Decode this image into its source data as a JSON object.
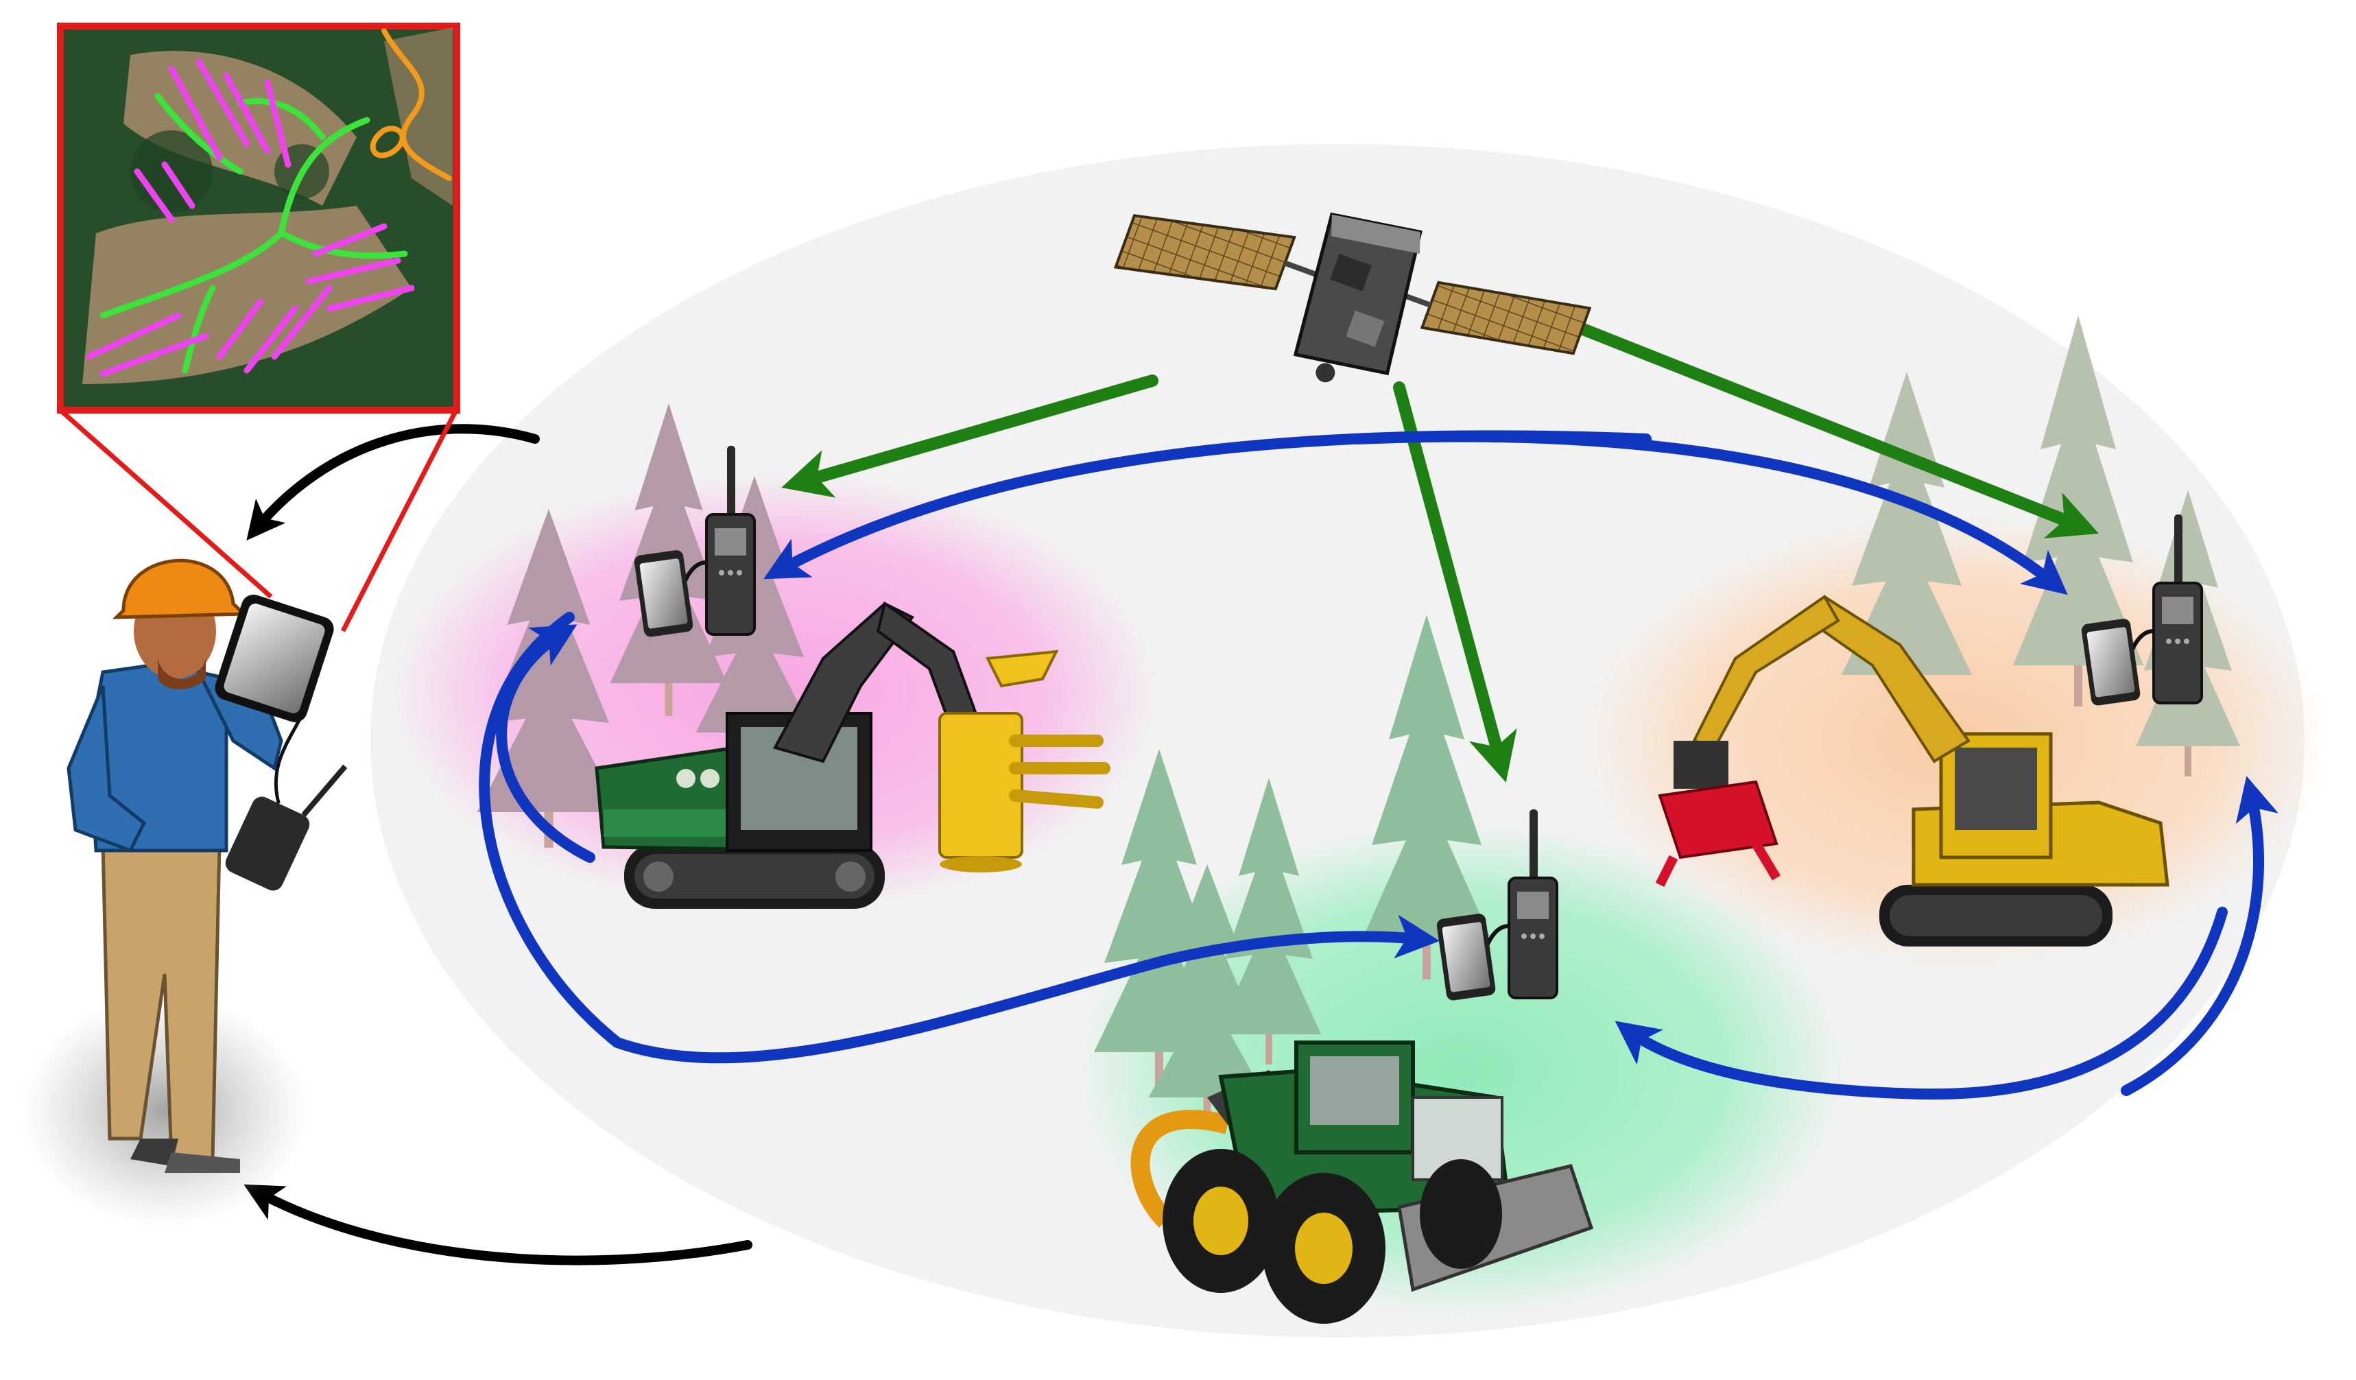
{
  "diagram": {
    "nodes": [
      {
        "id": "satellite",
        "kind": "gnss-satellite"
      },
      {
        "id": "feller-buncher",
        "kind": "tracked-feller-buncher",
        "zone_color": "#f9b8e8"
      },
      {
        "id": "skidder",
        "kind": "wheeled-grapple-skidder",
        "zone_color": "#a6efc6"
      },
      {
        "id": "harvester",
        "kind": "tracked-harvester",
        "zone_color": "#fbd9bd"
      },
      {
        "id": "supervisor",
        "kind": "forestry-supervisor-with-tablet"
      },
      {
        "id": "map-inset",
        "kind": "aerial-map-of-harvest-trails"
      }
    ],
    "links": [
      {
        "from": "satellite",
        "to": "feller-buncher",
        "type": "gnss-signal",
        "color": "#1e7f12"
      },
      {
        "from": "satellite",
        "to": "skidder",
        "type": "gnss-signal",
        "color": "#1e7f12"
      },
      {
        "from": "satellite",
        "to": "harvester",
        "type": "gnss-signal",
        "color": "#1e7f12"
      },
      {
        "from": "harvester",
        "to": "feller-buncher",
        "type": "radio-mesh",
        "color": "#1035bf"
      },
      {
        "from": "feller-buncher",
        "to": "harvester",
        "type": "radio-mesh",
        "color": "#1035bf"
      },
      {
        "from": "feller-buncher",
        "to": "skidder",
        "type": "radio-mesh",
        "color": "#1035bf"
      },
      {
        "from": "harvester",
        "to": "skidder",
        "type": "radio-mesh",
        "color": "#1035bf"
      },
      {
        "from": "skidder",
        "to": "harvester",
        "type": "radio-mesh",
        "color": "#1035bf"
      },
      {
        "from": "network",
        "to": "supervisor",
        "type": "data-to-supervisor",
        "color": "#000000"
      }
    ],
    "map_legend_colors": {
      "skid-trails": "#ee44f0",
      "main-trails": "#3be33a",
      "roads": "#f39a1c"
    },
    "inset_border_color": "#e41b1b"
  }
}
